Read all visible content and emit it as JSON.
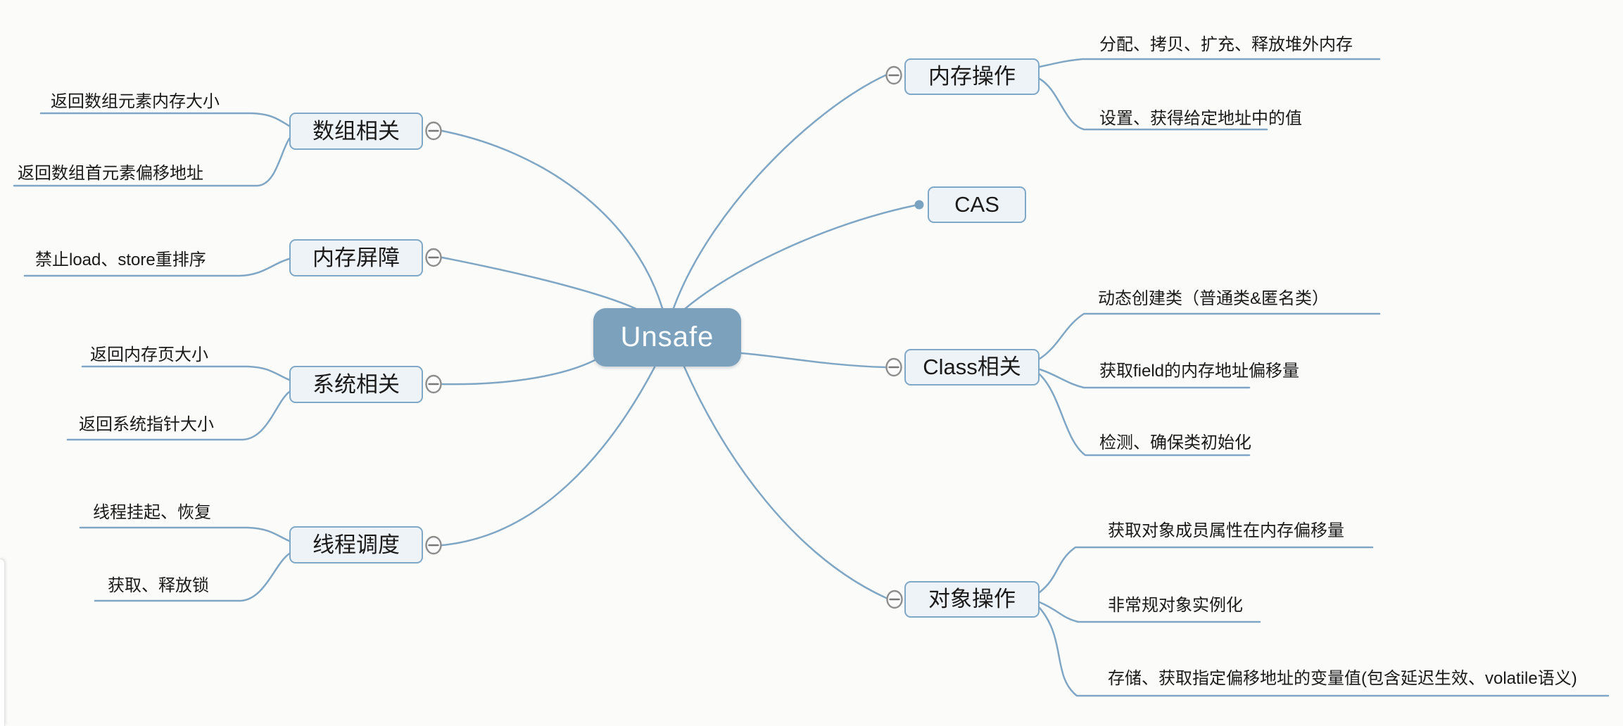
{
  "root": {
    "label": "Unsafe"
  },
  "left_topics": [
    {
      "label": "数组相关",
      "children": [
        "返回数组元素内存大小",
        "返回数组首元素偏移地址"
      ]
    },
    {
      "label": "内存屏障",
      "children": [
        "禁止load、store重排序"
      ]
    },
    {
      "label": "系统相关",
      "children": [
        "返回内存页大小",
        "返回系统指针大小"
      ]
    },
    {
      "label": "线程调度",
      "children": [
        "线程挂起、恢复",
        "获取、释放锁"
      ]
    }
  ],
  "right_topics": [
    {
      "label": "内存操作",
      "children": [
        "分配、拷贝、扩充、释放堆外内存",
        "设置、获得给定地址中的值"
      ]
    },
    {
      "label": "CAS",
      "children": []
    },
    {
      "label": "Class相关",
      "children": [
        "动态创建类（普通类&匿名类）",
        "获取field的内存地址偏移量",
        "检测、确保类初始化"
      ]
    },
    {
      "label": "对象操作",
      "children": [
        "获取对象成员属性在内存偏移量",
        "非常规对象实例化",
        "存储、获取指定偏移地址的变量值(包含延迟生效、volatile语义)"
      ]
    }
  ],
  "icons": {
    "collapse": "minus-circle",
    "cas_anchor": "dot"
  },
  "colors": {
    "background": "#fbfbfa",
    "accent-line": "#7fa6c4",
    "topic-fill": "#eef3f7",
    "topic-border": "#7fa7c6",
    "center-fill": "#7ba1bd",
    "center-text": "#ffffff",
    "collapse-stroke": "#8d8d8d",
    "leaf-text": "#1a1a1a"
  }
}
